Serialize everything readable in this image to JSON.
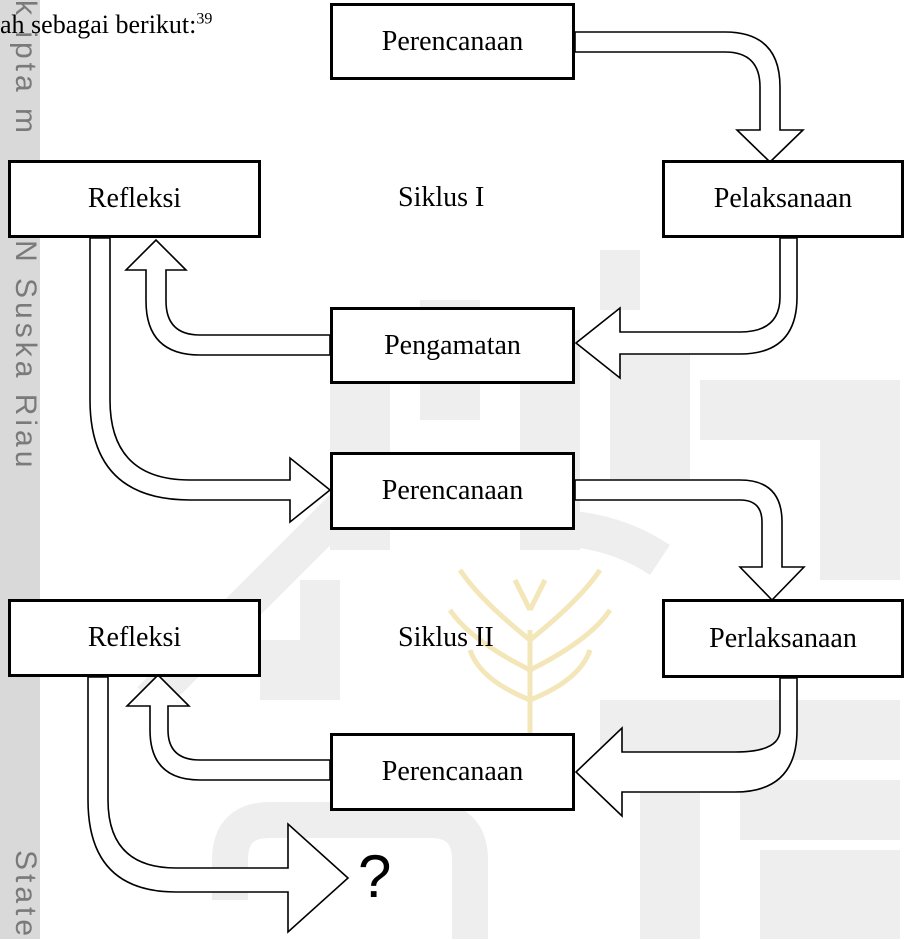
{
  "intro": {
    "text": "ah sebagai berikut:",
    "footnote": "39"
  },
  "watermark": {
    "side_top": "k ipta m",
    "side_mid": "N Suska Riau",
    "side_bottom": "State"
  },
  "cycle1": {
    "label": "Siklus I",
    "perencanaan": "Perencanaan",
    "pelaksanaan": "Pelaksanaan",
    "pengamatan": "Pengamatan",
    "refleksi": "Refleksi"
  },
  "cycle2": {
    "label": "Siklus II",
    "perencanaan": "Perencanaan",
    "pelaksanaan": "Perlaksanaan",
    "pengamatan": "Perencanaan",
    "refleksi": "Refleksi"
  },
  "end_mark": "?",
  "colors": {
    "watermark_gray": "#e6e6e6",
    "watermark_gold": "#f3e6b8",
    "stroke": "#000000"
  }
}
